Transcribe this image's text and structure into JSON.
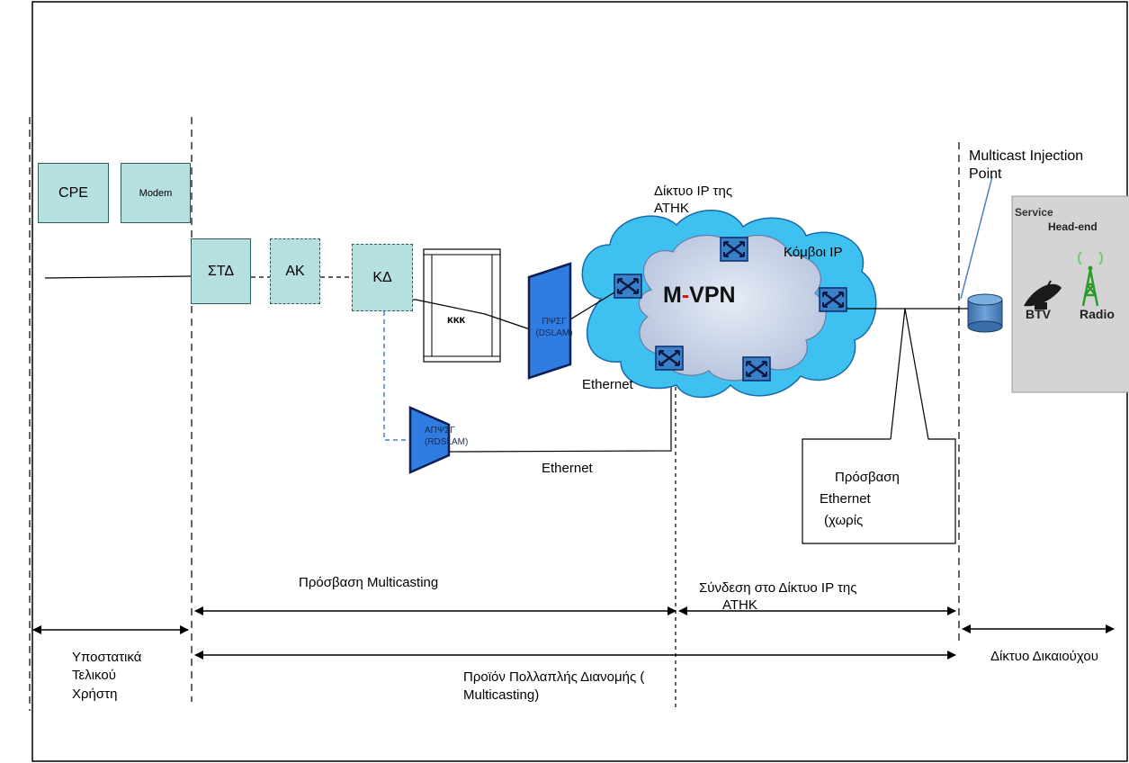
{
  "boxes": {
    "cpe": "CPE",
    "modem": "Modem",
    "std": "ΣΤΔ",
    "ak": "ΑΚ",
    "kd": "ΚΔ",
    "kkk": "κκκ"
  },
  "dslam": {
    "line1": "ΠΨΣΓ",
    "line2": "(DSLAM)"
  },
  "rdslam": {
    "line1": "ΑΠΨΣΓ",
    "line2": "(RDSLAM)"
  },
  "cloud": {
    "title_line1": "Δίκτυο IP της",
    "title_line2": "ΑΤΗΚ",
    "nodes_label": "Κόμβοι IP",
    "mvpn_m": "M",
    "mvpn_dash": "-",
    "mvpn_vpn": "VPN"
  },
  "ethernet_labels": {
    "upper": "Ethernet",
    "lower": "Ethernet"
  },
  "injection": {
    "line1": "Multicast Injection",
    "line2": "Point"
  },
  "headend": {
    "service": "Service",
    "head_end": "Head-end",
    "btv": "BTV",
    "radio": "Radio"
  },
  "callout": {
    "line1": "Πρόσβαση",
    "line2": "Ethernet",
    "line3": "(χωρίς"
  },
  "spans": {
    "access_multicasting": "Πρόσβαση Multicasting",
    "connection_line1": "Σύνδεση στο Δίκτυο IP της",
    "connection_line2": "ΑΤΗΚ",
    "user_premises_line1": "Υποστατικά",
    "user_premises_line2": "Τελικού",
    "user_premises_line3": "Χρήστη",
    "product_line1": "Προϊόν Πολλαπλής Διανομής (",
    "product_line2": "Multicasting)",
    "beneficiary_network": "Δίκτυο Δικαιούχου"
  },
  "colors": {
    "box_fill": "#b6dfe0",
    "dslam_fill": "#2f7de0",
    "cloud_fill": "#3ec0f0",
    "inner_cloud_fill": "#c4d0e4",
    "router_fill": "#3a80c8",
    "dashed_link": "#4a7fc0",
    "headend_panel": "#d4d4d4",
    "mvpn_dash": "#e01010"
  },
  "icons": [
    "router-icon",
    "satellite-dish-icon",
    "radio-tower-icon",
    "database-cylinder-icon"
  ]
}
